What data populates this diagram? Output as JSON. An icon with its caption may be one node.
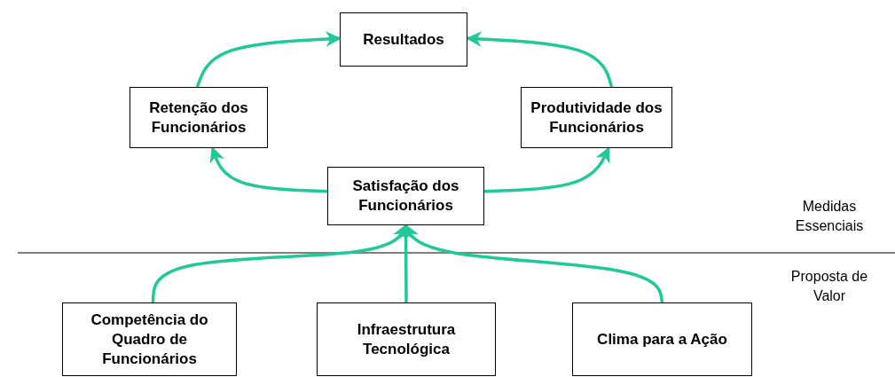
{
  "diagram": {
    "nodes": [
      {
        "text": [
          "Resultados"
        ]
      },
      {
        "text": [
          "Retenção dos Funcionários"
        ]
      },
      {
        "text": [
          "Produtividade dos Funcionários"
        ]
      },
      {
        "text": [
          "Satisfação dos Funcionários"
        ]
      },
      {
        "text": [
          "Competência do Quadro de Funcionários"
        ]
      },
      {
        "text": [
          "Infraestrutura Tecnológica"
        ]
      },
      {
        "text": [
          "Clima para a Ação"
        ]
      }
    ],
    "edges": [
      {
        "from": 1,
        "to": 0,
        "arrow": "to"
      },
      {
        "from": 2,
        "to": 0,
        "arrow": "to"
      },
      {
        "from": 3,
        "to": 1,
        "arrow": "to"
      },
      {
        "from": 3,
        "to": 2,
        "arrow": "to"
      },
      {
        "from": 4,
        "to": 3,
        "arrow": "to"
      },
      {
        "from": 5,
        "to": 3,
        "arrow": "to"
      },
      {
        "from": 6,
        "to": 3,
        "arrow": "to"
      }
    ],
    "labels": [
      "Medidas Essenciais",
      "Proposta de Valor"
    ]
  }
}
